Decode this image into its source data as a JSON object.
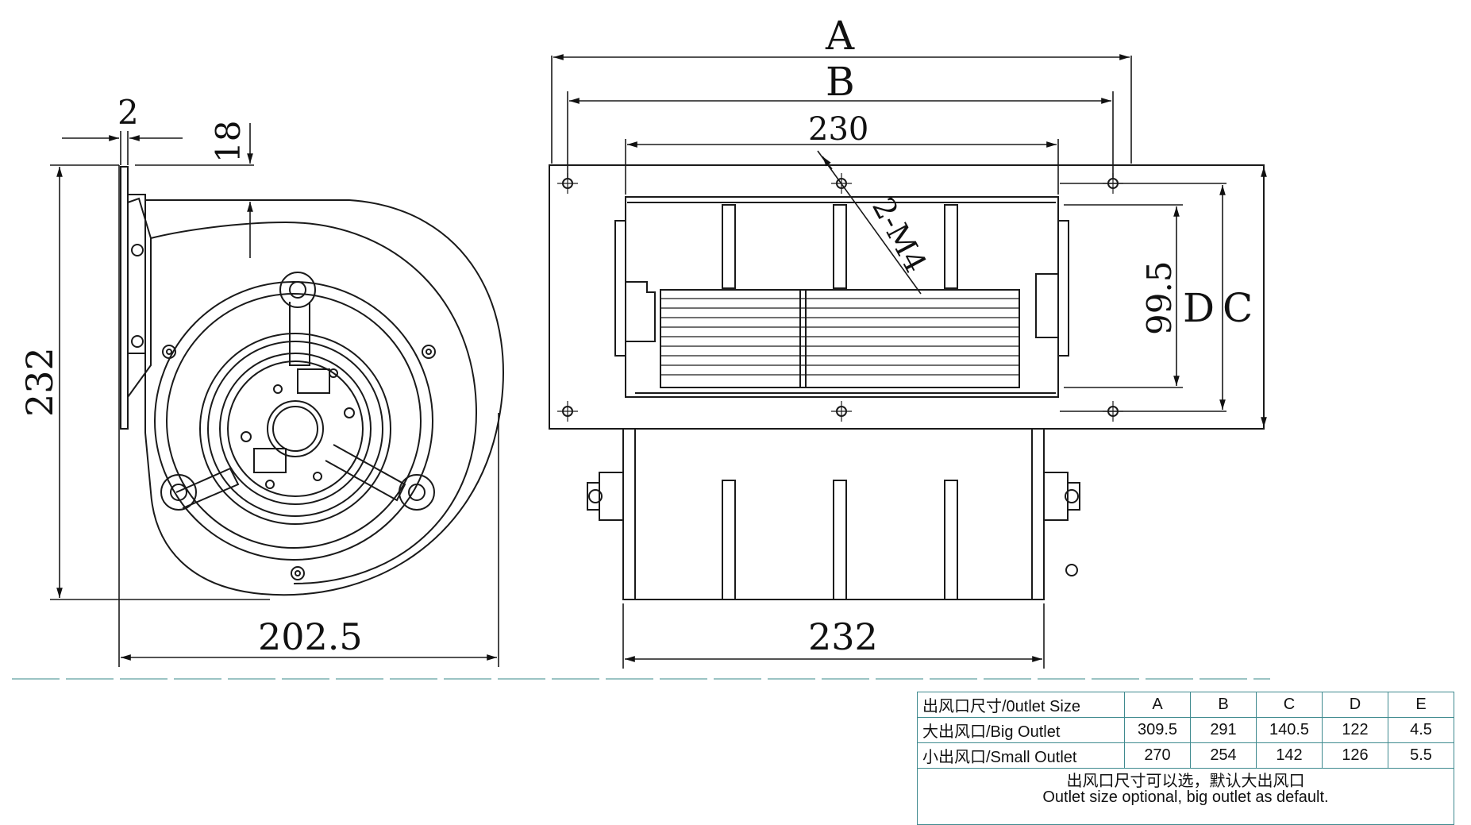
{
  "dimensions": {
    "side_width": "202.5",
    "side_height": "232",
    "flange_thickness": "2",
    "top_offset": "18",
    "front_width": "232",
    "rotor_length": "230",
    "outlet_height": "99.5",
    "mount_holes": "2-M4",
    "label_A": "A",
    "label_B": "B",
    "label_C": "C",
    "label_D": "D"
  },
  "table": {
    "header": [
      "出风口尺寸/0utlet Size",
      "A",
      "B",
      "C",
      "D",
      "E"
    ],
    "rows": [
      [
        "大出风口/Big Outlet",
        "309.5",
        "291",
        "140.5",
        "122",
        "4.5"
      ],
      [
        "小出风口/Small Outlet",
        "270",
        "254",
        "142",
        "126",
        "5.5"
      ]
    ],
    "note_cn": "出风口尺寸可以选，默认大出风口",
    "note_en": "Outlet size optional, big outlet as default."
  },
  "colors": {
    "line": "#1a1a1a",
    "table_border": "#3f8a8f",
    "baseline": "#9bc4c4"
  }
}
